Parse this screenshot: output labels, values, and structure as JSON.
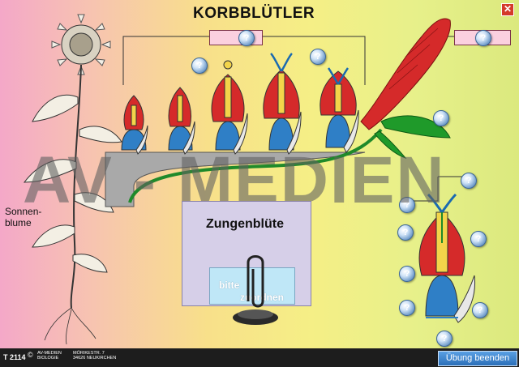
{
  "header": {
    "title": "KORBBLÜTLER",
    "close_icon": "close-icon"
  },
  "labels": {
    "sunflower_line1": "Sonnen-",
    "sunflower_line2": "blume"
  },
  "watermark": "AV - MEDIEN",
  "question_glyph": "?",
  "panel": {
    "title": "Zungenblüte",
    "drop_line1": "bitte",
    "drop_line2": "zuordnen"
  },
  "footer": {
    "code": "T 2114",
    "copyright": "©",
    "publisher_line1": "AV-MEDIEN",
    "publisher_line2": "BIOLOGIE",
    "address_line1": "MÖRIKESTR. 7",
    "address_line2": "34626  NEUKIRCHEN",
    "exit_label": "Übung beenden"
  },
  "colors": {
    "petal_red": "#d52a2a",
    "receptacle_blue": "#2f7fc6",
    "stem_green": "#1f8a2a",
    "label_pink": "#fbd0df"
  }
}
